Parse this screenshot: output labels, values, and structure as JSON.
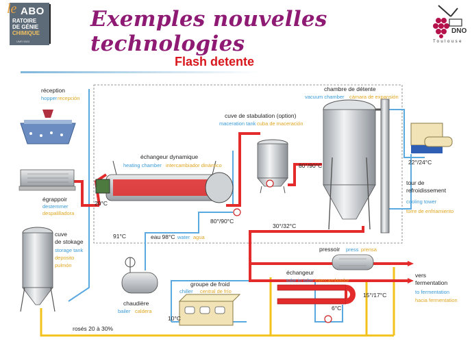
{
  "header": {
    "title": "Exemples nouvelles technologies",
    "subtitle": "Flash detente",
    "logo_left": {
      "le": "le",
      "abo": "ABO",
      "line1": "RATOIRE",
      "line2": "DE GÉNIE",
      "line3": "CHIMIQUE",
      "small": "UMR 5503"
    },
    "logo_right": {
      "dno": "DNO",
      "city": "Toulouse"
    }
  },
  "labels": {
    "reception": {
      "fr": "réception",
      "en": "hopper",
      "es": "recepción"
    },
    "egrappoir": {
      "fr": "égrappoir",
      "en": "destemmer",
      "es": "despalilladora"
    },
    "cuve_stokage": {
      "fr1": "cuve",
      "fr2": "de stokage",
      "en": "storage tank",
      "es1": "deposito",
      "es2": "pulmón"
    },
    "echangeur_dyn": {
      "fr": "échangeur dynamique",
      "en": "heating chamber",
      "es": "intercambiador dinámico"
    },
    "cuve_stab": {
      "fr": "cuve de stabulation (option)",
      "en": "maceration tank",
      "es": "cuba de maceración"
    },
    "chambre": {
      "fr": "chambre de détente",
      "en": "vacuum chamber",
      "es": "cámara de expansión"
    },
    "tour": {
      "fr1": "tour de",
      "fr2": "refroidissement",
      "en": "cooling tower",
      "es": "torre de enfriamiento"
    },
    "pressoir": {
      "fr": "pressoir",
      "en": "press",
      "es": "prensa"
    },
    "echangeur": {
      "fr": "échangeur",
      "en": "tube in tube",
      "es": "intercambiador"
    },
    "groupe_froid": {
      "fr": "groupe de froid",
      "en": "chiller",
      "es": "central de frío"
    },
    "chaudiere": {
      "fr": "chaudière",
      "en": "bailer",
      "es": "caldera"
    },
    "eau": {
      "fr": "eau 98°C",
      "en": "water",
      "es": "agua"
    },
    "vers_fermentation": {
      "fr1": "vers",
      "fr2": "fermentation",
      "en": "to fermentation",
      "es": "hacia fermentation"
    },
    "roses": "rosés 20 à 30%"
  },
  "temperatures": {
    "t20": "20°C",
    "t91": "91°C",
    "t80_90_a": "80°/90°C",
    "t80_90_b": "80°/90°C",
    "t22_24": "22°/24°C",
    "t30_32": "30°/32°C",
    "t10": "10°C",
    "t6": "6°C",
    "t15_17": "15°/17°C"
  },
  "colors": {
    "title": "#8e1a73",
    "subtitle": "#d8171d",
    "hot_pipe": "#e32b2b",
    "water_pipe": "#5aa8e0",
    "yellow_pipe": "#f2c21a",
    "english": "#3a9ad6",
    "spanish": "#e0a520"
  }
}
